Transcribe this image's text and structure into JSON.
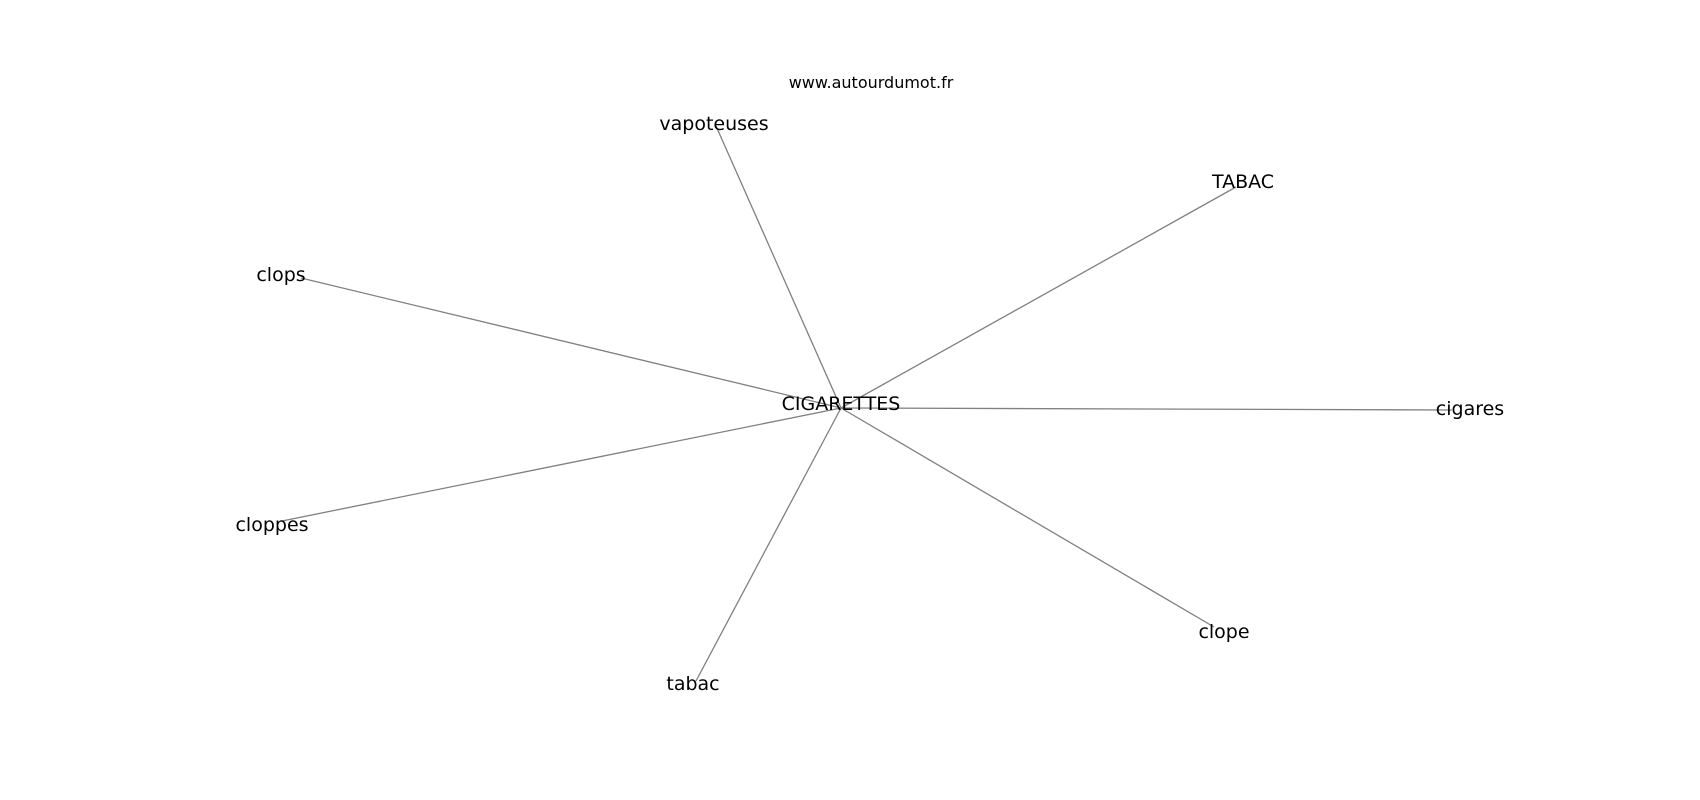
{
  "source": "www.autourdumot.fr",
  "graph": {
    "center": {
      "id": "center",
      "label": "CIGARETTES"
    },
    "nodes": [
      {
        "id": "vapoteuses",
        "label": "vapoteuses"
      },
      {
        "id": "TABAC",
        "label": "TABAC"
      },
      {
        "id": "clops",
        "label": "clops"
      },
      {
        "id": "cigares",
        "label": "cigares"
      },
      {
        "id": "cloppes",
        "label": "cloppes"
      },
      {
        "id": "clope",
        "label": "clope"
      },
      {
        "id": "tabac",
        "label": "tabac"
      }
    ],
    "edges": [
      [
        "center",
        "vapoteuses"
      ],
      [
        "center",
        "TABAC"
      ],
      [
        "center",
        "clops"
      ],
      [
        "center",
        "cigares"
      ],
      [
        "center",
        "cloppes"
      ],
      [
        "center",
        "clope"
      ],
      [
        "center",
        "tabac"
      ]
    ],
    "colors": {
      "edge": "#808080",
      "text": "#000000",
      "background": "#ffffff"
    }
  }
}
